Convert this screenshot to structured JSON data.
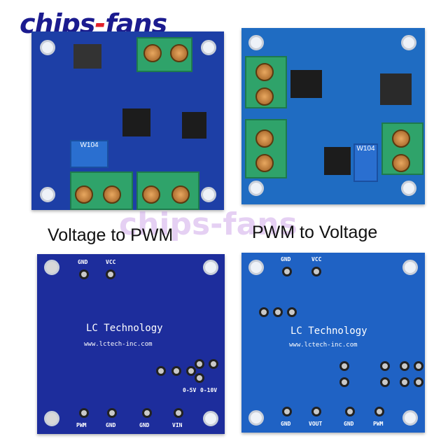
{
  "logo": {
    "part1": "chips",
    "dash": "-",
    "part2": "fans"
  },
  "watermark": "chips-fans",
  "captions": {
    "left": "Voltage to PWM",
    "right": "PWM to Voltage"
  },
  "top_left": {
    "pot_label": "W104"
  },
  "top_right": {
    "pot_label": "W104"
  },
  "bottom_left": {
    "brand": "LC Technology",
    "url": "www.lctech-inc.com",
    "top_pins": [
      "GND",
      "VCC"
    ],
    "bottom_pins": [
      "PWM",
      "GND",
      "GND",
      "VIN"
    ],
    "range_labels": [
      "0-5V",
      "0-10V"
    ]
  },
  "bottom_right": {
    "brand": "LC Technology",
    "url": "www.lctech-inc.com",
    "top_pins": [
      "GND",
      "VCC"
    ],
    "bottom_pins": [
      "GND",
      "VOUT",
      "GND",
      "PWM"
    ]
  }
}
